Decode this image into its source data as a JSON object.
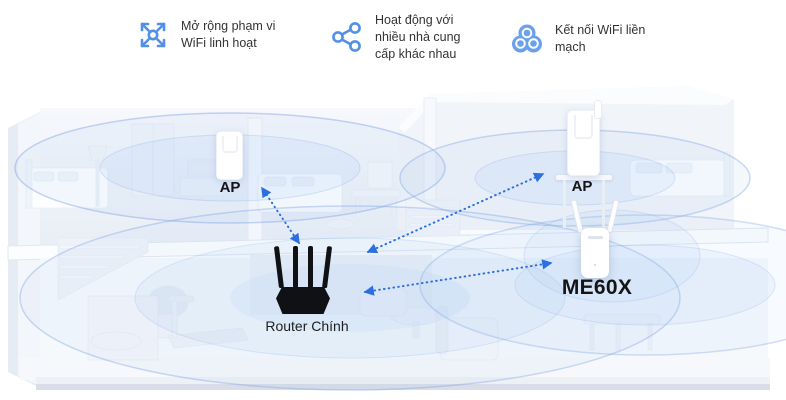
{
  "features": [
    {
      "icon": "expand-arrows-icon",
      "label": "Mở rộng phạm vi\nWiFi linh hoạt"
    },
    {
      "icon": "multi-provider-nodes-icon",
      "label": "Hoạt động với\nnhiều nhà cung\ncấp khác nhau"
    },
    {
      "icon": "seamless-mesh-icon",
      "label": "Kết nối WiFi liền\nmạch"
    }
  ],
  "devices": {
    "ap_left": {
      "label": "AP"
    },
    "ap_right": {
      "label": "AP"
    },
    "router": {
      "label": "Router Chính"
    },
    "extender": {
      "label": "ME60X"
    }
  },
  "links": [
    {
      "from": "router",
      "to": "ap_left",
      "style": "dotted-bidirectional"
    },
    {
      "from": "router",
      "to": "ap_right",
      "style": "dotted-bidirectional"
    },
    {
      "from": "router",
      "to": "extender",
      "style": "dotted-bidirectional"
    }
  ],
  "colors": {
    "accent_blue": "#5290e8",
    "arrow_blue": "#2e6fe0",
    "coverage_blue": "#9ec0ec",
    "feature_text": "#333333",
    "label_black": "#141414"
  }
}
